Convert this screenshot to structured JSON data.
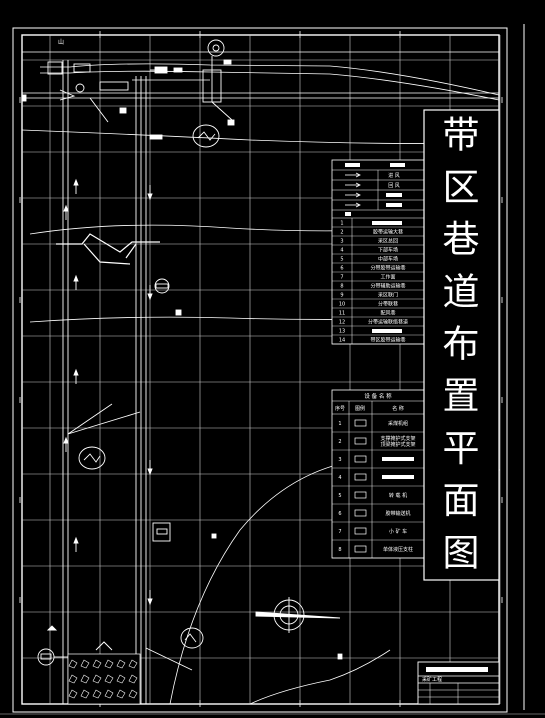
{
  "title_chars": [
    "带",
    "区",
    "巷",
    "道",
    "布",
    "置",
    "平",
    "面",
    "图"
  ],
  "roadway_legend": {
    "header": "",
    "symbol_rows": [
      {
        "label": "进 风"
      },
      {
        "label": "回 风"
      },
      {
        "label": ""
      },
      {
        "label": ""
      }
    ],
    "numbered_rows": [
      {
        "no": "1",
        "name": ""
      },
      {
        "no": "2",
        "name": "胶带运输大巷"
      },
      {
        "no": "3",
        "name": "采区总回"
      },
      {
        "no": "4",
        "name": "下部车场"
      },
      {
        "no": "5",
        "name": "中部车场"
      },
      {
        "no": "6",
        "name": "分带胶带运输巷"
      },
      {
        "no": "7",
        "name": "工作面"
      },
      {
        "no": "8",
        "name": "分带辅助运输巷"
      },
      {
        "no": "9",
        "name": "采区联门"
      },
      {
        "no": "10",
        "name": "分带联巷"
      },
      {
        "no": "11",
        "name": "配风巷"
      },
      {
        "no": "12",
        "name": "分带运输联络巷道"
      },
      {
        "no": "13",
        "name": ""
      },
      {
        "no": "14",
        "name": "带区胶带运输巷"
      }
    ]
  },
  "equipment_legend": {
    "title": "设 备 名 称",
    "col_no": "序号",
    "col_icon": "图例",
    "col_name": "名 称",
    "rows": [
      {
        "no": "1",
        "name": "采煤机组"
      },
      {
        "no": "2",
        "name": "支撑掩护式支架\n顶梁掩护式支架"
      },
      {
        "no": "3",
        "name": ""
      },
      {
        "no": "4",
        "name": ""
      },
      {
        "no": "5",
        "name": "转 载 机"
      },
      {
        "no": "6",
        "name": "胶带输送机"
      },
      {
        "no": "7",
        "name": "小 矿 车"
      },
      {
        "no": "8",
        "name": "单体液压支柱"
      }
    ]
  },
  "title_block": {
    "label": "采矿工程"
  },
  "small_labels": {
    "shaft_mark": "山"
  }
}
